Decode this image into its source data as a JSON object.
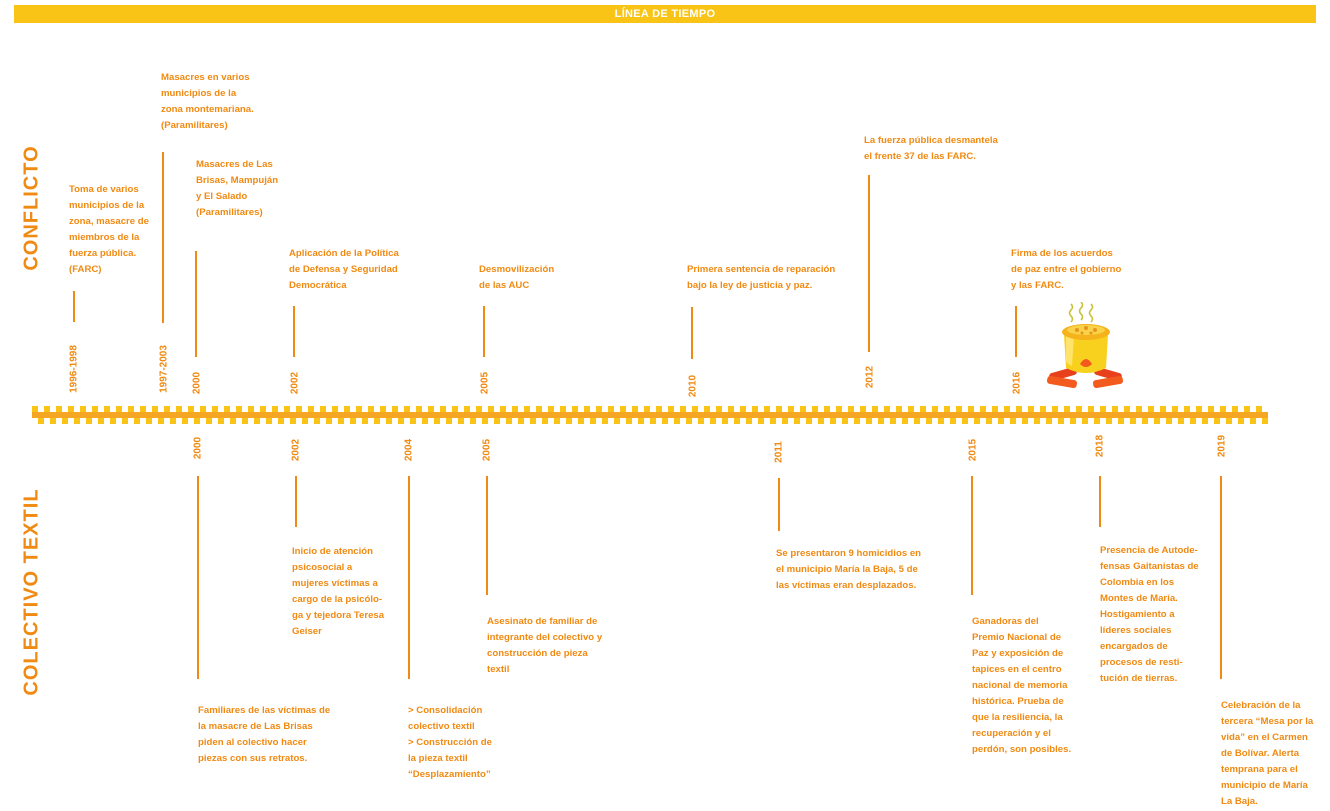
{
  "header": {
    "title": "LÍNEA DE TIEMPO"
  },
  "sections": {
    "conflict": "CONFLICTO",
    "textile": "COLECTIVO TEXTIL"
  },
  "colors": {
    "accent": "#f08a12",
    "bar": "#f9c416",
    "checker_light": "#f9c416",
    "checker_dark": "#f5a623"
  },
  "icon": "cooking-pot-fire-icon",
  "conflict_events": [
    {
      "year": "1996-1998",
      "text": "Toma de varios\nmunicipios de la\nzona, masacre de\nmiembros de la\nfuerza pública.\n(FARC)"
    },
    {
      "year": "1997-2003",
      "text": "Masacres en varios\nmunicipios de la\nzona montemariana.\n(Paramilitares)"
    },
    {
      "year": "2000",
      "text": "Masacres de Las\nBrisas, Mampuján\ny El Salado\n (Paramilitares)"
    },
    {
      "year": "2002",
      "text": "Aplicación de la Política\nde Defensa y Seguridad\nDemocrática"
    },
    {
      "year": "2005",
      "text": "Desmovilización\nde las AUC"
    },
    {
      "year": "2010",
      "text": "Primera sentencia de reparación\nbajo la ley de justicia y paz."
    },
    {
      "year": "2012",
      "text": "La fuerza pública desmantela\nel frente 37 de las FARC."
    },
    {
      "year": "2016",
      "text": "Firma de los acuerdos\nde paz entre el gobierno\ny las FARC."
    }
  ],
  "textile_events": [
    {
      "year": "2000",
      "text": "Familiares de las víctimas de\nla masacre de Las Brisas\npiden al colectivo hacer\npiezas con sus retratos."
    },
    {
      "year": "2002",
      "text": "Inicio de atención\npsicosocial a\nmujeres víctimas a\ncargo de la psicólo-\nga y tejedora Teresa\nGeiser"
    },
    {
      "year": "2004",
      "text": "> Consolidación\ncolectivo textil\n> Construcción de\nla pieza textil\n“Desplazamiento”"
    },
    {
      "year": "2005",
      "text": "Asesinato de familiar de\nintegrante del colectivo y\nconstrucción de pieza\ntextil"
    },
    {
      "year": "2011",
      "text": "Se presentaron 9 homicidios en\nel municipio María la Baja,  5 de\nlas víctimas eran desplazados."
    },
    {
      "year": "2015",
      "text": "Ganadoras del\nPremio Nacional de\nPaz y exposición de\ntapices en el centro\nnacional de memoria\nhistórica. Prueba de\nque la resiliencia, la\nrecuperación y el\nperdón, son posibles."
    },
    {
      "year": "2018",
      "text": "Presencia de Autode-\nfensas Gaitanistas de\nColombia en los\nMontes de María.\nHostigamiento a\nlíderes sociales\nencargados de\nprocesos de resti-\ntución de tierras."
    },
    {
      "year": "2019",
      "text": "Celebración de la\ntercera “Mesa por la\nvida” en el Carmen\nde Bolívar. Alerta\ntemprana para el\nmunicipio de María\nLa Baja."
    }
  ]
}
